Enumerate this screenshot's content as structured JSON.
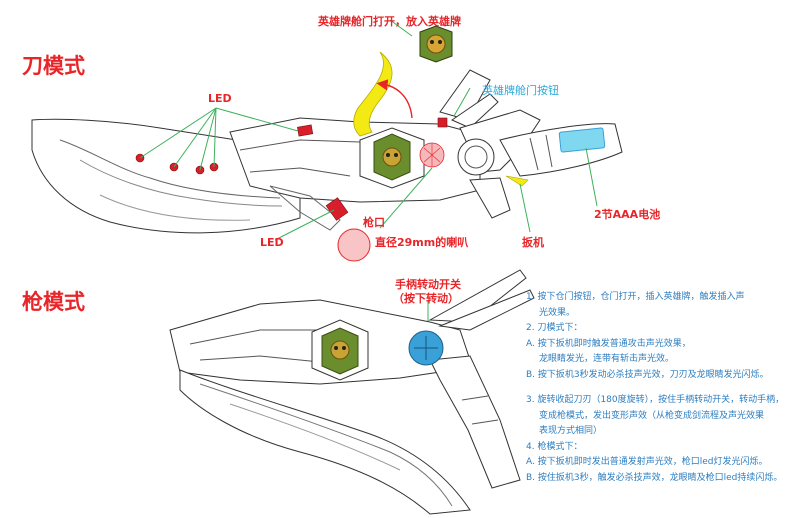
{
  "titles": {
    "blade_mode": "刀模式",
    "gun_mode": "枪模式"
  },
  "labels": {
    "hero_card_hatch_open": "英雄牌舱门打开，放入英雄牌",
    "hero_card_hatch_button": "英雄牌舱门按钮",
    "led_top": "LED",
    "led_bottom": "LED",
    "muzzle": "枪口",
    "speaker": "直径29mm的喇叭",
    "trigger": "扳机",
    "battery": "2节AAA电池",
    "grip_switch_line1": "手柄转动开关",
    "grip_switch_line2": "（按下转动）"
  },
  "notes": [
    "1. 按下仓门按钮，仓门打开，插入英雄牌，触发插入声",
    "光效果。",
    "2. 刀模式下：",
    "A. 按下扳机即时触发普通攻击声光效果，",
    "龙眼睛发光，连带有斩击声光效。",
    "B. 按下扳机3秒发动必杀技声光效，刀刃及龙眼睛发光闪烁。",
    "3. 旋转收起刀刃（180度旋转），按住手柄转动开关，转动手柄，",
    "变成枪模式，发出变形声效（从枪变成剑流程及声光效果",
    "表现方式相同）",
    "4. 枪模式下：",
    "A. 按下扳机即时发出普通发射声光效，枪口led灯发光闪烁。",
    "B. 按住扳机3秒，触发必杀技声效，龙眼睛及枪口led持续闪烁。"
  ],
  "colors": {
    "accent_red": "#e8262a",
    "label_cyan": "#2fa8d8",
    "note_blue": "#2d7ec0",
    "leader_green": "#3db25a",
    "led_red": "#d81e2a",
    "hatch_yellow": "#f3ea14",
    "battery_cyan": "#7fd8f0",
    "switch_blue": "#3aa0d8"
  }
}
